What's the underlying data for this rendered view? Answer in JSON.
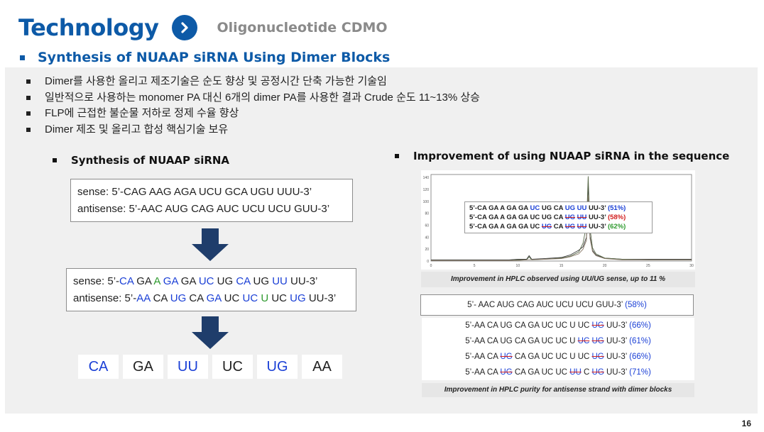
{
  "header": {
    "title": "Technology",
    "subtitle": "Oligonucleotide CDMO"
  },
  "section": {
    "heading": "Synthesis of NUAAP siRNA Using Dimer Blocks"
  },
  "bullets": [
    "Dimer를 사용한 올리고 제조기술은 순도 향상 및 공정시간 단축 가능한 기술임",
    "일반적으로 사용하는 monomer PA 대신 6개의 dimer PA를 사용한 결과 Crude 순도 11~13% 상승",
    "FLP에 근접한 불순물 저하로 정제 수율 향상",
    "Dimer 제조 및 올리고 합성 핵심기술 보유"
  ],
  "left": {
    "heading": "Synthesis of NUAAP siRNA",
    "seq1": {
      "sense": "sense: 5’-CAG AAG AGA UCU GCA UGU UUU-3’",
      "antisense": "antisense: 5’-AAC AUG CAG AUC UCU UCU GUU-3’"
    },
    "seq2": {
      "sense_prefix": "sense: 5’-",
      "sense_parts": [
        {
          "t": "CA",
          "c": "blue"
        },
        {
          "t": " GA ",
          "c": ""
        },
        {
          "t": "A",
          "c": "green"
        },
        {
          "t": " ",
          "c": ""
        },
        {
          "t": "GA",
          "c": "blue"
        },
        {
          "t": " GA ",
          "c": ""
        },
        {
          "t": "UC",
          "c": "blue"
        },
        {
          "t": " UG ",
          "c": ""
        },
        {
          "t": "CA",
          "c": "blue"
        },
        {
          "t": " UG ",
          "c": ""
        },
        {
          "t": "UU",
          "c": "blue"
        },
        {
          "t": " UU-3’",
          "c": ""
        }
      ],
      "antisense_prefix": "antisense: 5’-",
      "antisense_parts": [
        {
          "t": "AA",
          "c": "blue"
        },
        {
          "t": " CA ",
          "c": ""
        },
        {
          "t": "UG",
          "c": "blue"
        },
        {
          "t": " CA ",
          "c": ""
        },
        {
          "t": "GA",
          "c": "blue"
        },
        {
          "t": " UC ",
          "c": ""
        },
        {
          "t": "UC",
          "c": "blue"
        },
        {
          "t": " ",
          "c": ""
        },
        {
          "t": "U",
          "c": "green"
        },
        {
          "t": " UC ",
          "c": ""
        },
        {
          "t": "UG",
          "c": "blue"
        },
        {
          "t": " UU-3’",
          "c": ""
        }
      ]
    },
    "blocks": [
      {
        "t": "CA",
        "c": "blue"
      },
      {
        "t": "GA",
        "c": ""
      },
      {
        "t": "UU",
        "c": "blue"
      },
      {
        "t": "UC",
        "c": ""
      },
      {
        "t": "UG",
        "c": "blue"
      },
      {
        "t": "AA",
        "c": ""
      }
    ]
  },
  "right": {
    "heading": "Improvement of using NUAAP siRNA in the sequence",
    "legend": [
      {
        "parts": [
          {
            "t": "5’-CA GA A GA GA ",
            "c": ""
          },
          {
            "t": "UC",
            "c": "blue"
          },
          {
            "t": " UG CA ",
            "c": ""
          },
          {
            "t": "UG",
            "c": "blue"
          },
          {
            "t": " ",
            "c": ""
          },
          {
            "t": "UU",
            "c": "blue"
          },
          {
            "t": " UU-3’ ",
            "c": ""
          },
          {
            "t": "(51%)",
            "c": "blue"
          }
        ]
      },
      {
        "parts": [
          {
            "t": "5’-CA GA A GA GA UC UG CA ",
            "c": ""
          },
          {
            "t": "UG",
            "c": "blue strike"
          },
          {
            "t": " ",
            "c": ""
          },
          {
            "t": "UU",
            "c": "blue strike"
          },
          {
            "t": " UU-3’ ",
            "c": ""
          },
          {
            "t": "(58%)",
            "c": "red"
          }
        ]
      },
      {
        "parts": [
          {
            "t": "5’-CA GA A GA GA UC ",
            "c": ""
          },
          {
            "t": "UG",
            "c": "blue strike"
          },
          {
            "t": " CA ",
            "c": ""
          },
          {
            "t": "UG",
            "c": "blue strike"
          },
          {
            "t": " ",
            "c": ""
          },
          {
            "t": "UU",
            "c": "blue strike"
          },
          {
            "t": " UU-3’ ",
            "c": ""
          },
          {
            "t": "(62%)",
            "c": "green"
          }
        ]
      }
    ],
    "caption1": "Improvement in HPLC observed using UU/UG sense, up to 11 %",
    "antisense_box": {
      "text": "5’- AAC AUG CAG AUC UCU UCU GUU-3’ ",
      "pct": "(58%)"
    },
    "antisense_list": [
      {
        "parts": [
          {
            "t": "5’-AA CA UG CA GA UC UC U UC ",
            "c": ""
          },
          {
            "t": "UG",
            "c": "blue strike"
          },
          {
            "t": " UU-3’ ",
            "c": ""
          },
          {
            "t": "(66%)",
            "c": "blue"
          }
        ]
      },
      {
        "parts": [
          {
            "t": "5’-AA CA UG CA GA UC UC U ",
            "c": ""
          },
          {
            "t": "UC",
            "c": "blue strike"
          },
          {
            "t": " ",
            "c": ""
          },
          {
            "t": "UG",
            "c": "blue strike"
          },
          {
            "t": " UU-3’ ",
            "c": ""
          },
          {
            "t": "(61%)",
            "c": "blue"
          }
        ]
      },
      {
        "parts": [
          {
            "t": "5’-AA CA ",
            "c": ""
          },
          {
            "t": "UG",
            "c": "blue strike"
          },
          {
            "t": " CA GA UC UC U UC ",
            "c": ""
          },
          {
            "t": "UG",
            "c": "blue strike"
          },
          {
            "t": " UU-3’ ",
            "c": ""
          },
          {
            "t": "(66%)",
            "c": "blue"
          }
        ]
      },
      {
        "parts": [
          {
            "t": "5’-AA CA ",
            "c": ""
          },
          {
            "t": "UG",
            "c": "blue strike"
          },
          {
            "t": " CA GA UC UC ",
            "c": ""
          },
          {
            "t": "UU",
            "c": "blue strike"
          },
          {
            "t": " C ",
            "c": ""
          },
          {
            "t": "UG",
            "c": "blue strike"
          },
          {
            "t": " UU-3’ ",
            "c": ""
          },
          {
            "t": "(71%)",
            "c": "blue"
          }
        ]
      }
    ],
    "caption2": "Improvement in HPLC purity for antisense strand with dimer blocks"
  },
  "chart_data": {
    "type": "line",
    "x_ticks": [
      "0",
      "5",
      "10",
      "15",
      "20",
      "25",
      "30"
    ],
    "y_ticks": [
      "0",
      "20",
      "40",
      "60",
      "80",
      "100",
      "120",
      "140"
    ],
    "xlim": [
      0,
      30
    ],
    "ylim": [
      0,
      145
    ],
    "series": [
      {
        "color": "#3a3a3a",
        "x": [
          0,
          5,
          9,
          10,
          11,
          11.3,
          11.6,
          13,
          15,
          16,
          17,
          17.5,
          17.9,
          18.1,
          18.3,
          18.6,
          19,
          20,
          22,
          25,
          30
        ],
        "y": [
          2,
          2,
          2,
          3,
          3,
          9,
          3,
          4,
          6,
          10,
          18,
          24,
          40,
          130,
          42,
          18,
          10,
          5,
          3,
          3,
          3
        ]
      },
      {
        "color": "#5a6a4a",
        "x": [
          0,
          5,
          9,
          10,
          11,
          11.3,
          11.6,
          13,
          15,
          16,
          17,
          17.5,
          17.9,
          18.1,
          18.3,
          18.6,
          19,
          20,
          22,
          25,
          30
        ],
        "y": [
          1,
          1,
          1,
          2,
          2,
          7,
          2,
          3,
          5,
          8,
          15,
          30,
          60,
          142,
          55,
          22,
          12,
          5,
          3,
          2,
          2
        ]
      },
      {
        "color": "#8a7a6a",
        "x": [
          0,
          5,
          9,
          10,
          11,
          13,
          15,
          16,
          17,
          17.5,
          17.9,
          18.1,
          18.3,
          18.6,
          19,
          20,
          22,
          25,
          30
        ],
        "y": [
          1,
          1,
          1,
          1,
          2,
          3,
          4,
          7,
          12,
          20,
          35,
          110,
          38,
          16,
          9,
          4,
          2,
          2,
          2
        ]
      }
    ]
  },
  "page_number": "16"
}
